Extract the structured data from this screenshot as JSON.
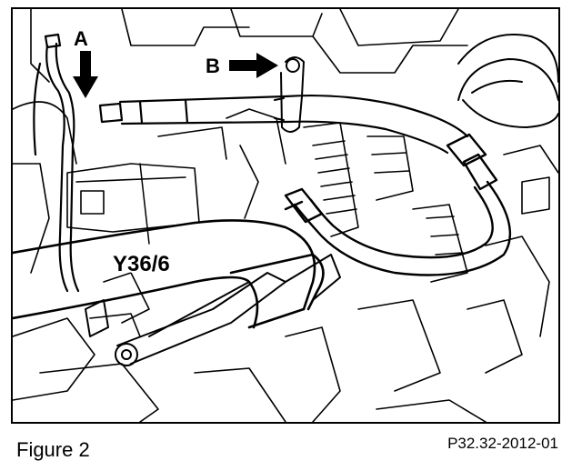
{
  "figure": {
    "caption": "Figure 2",
    "code": "P32.32-2012-01"
  },
  "callouts": {
    "a": "A",
    "b": "B",
    "component": "Y36/6"
  },
  "colors": {
    "ink": "#000000",
    "paper": "#ffffff"
  }
}
